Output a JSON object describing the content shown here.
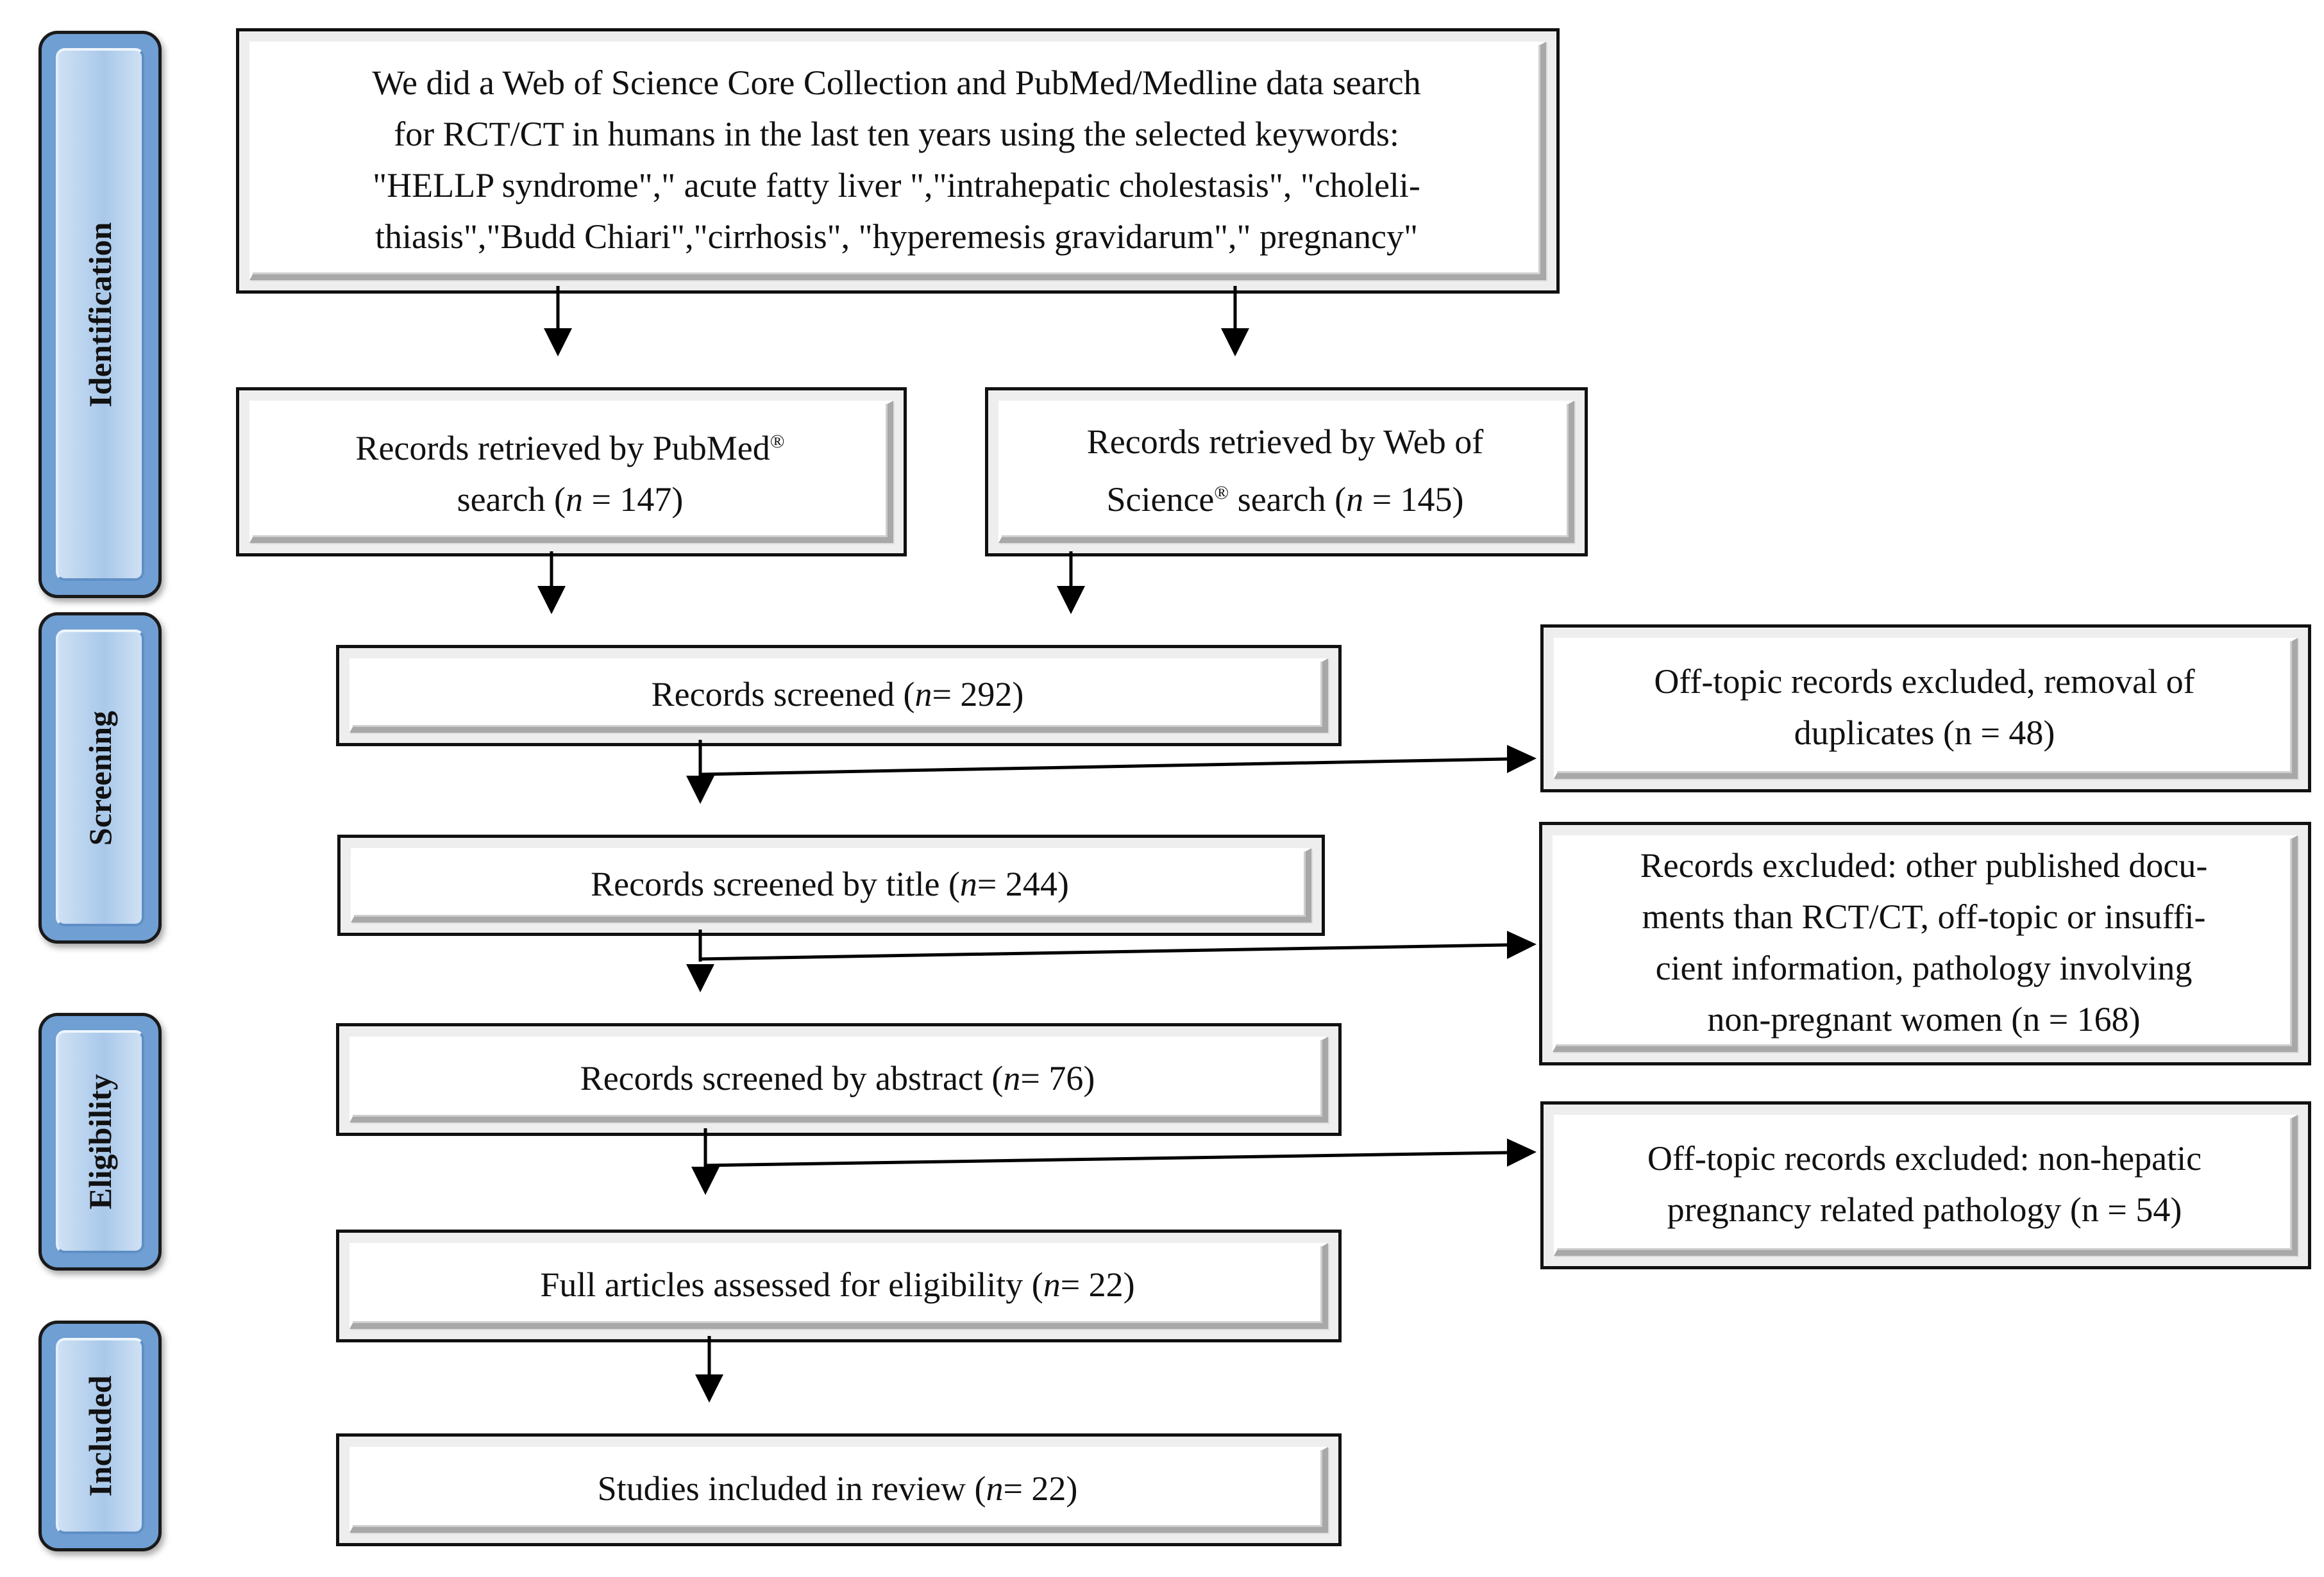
{
  "stages": [
    {
      "id": "identification",
      "label": "Identification"
    },
    {
      "id": "screening",
      "label": "Screening"
    },
    {
      "id": "eligibility",
      "label": "Eligibility"
    },
    {
      "id": "included",
      "label": "Included"
    }
  ],
  "boxes": {
    "search": {
      "line1": "We did a Web of Science Core Collection and PubMed/Medline data search",
      "line2": "for RCT/CT in humans in the last ten years using the selected keywords:",
      "line3": "\"HELLP syndrome\",\" acute fatty liver \",\"intrahepatic cholestasis\", \"choleli-",
      "line4": "thiasis\",\"Budd Chiari\",\"cirrhosis\", \"hyperemesis gravidarum\",\" pregnancy\""
    },
    "pubmed": {
      "line1": "Records retrieved by PubMed",
      "reg": "®",
      "line2a": "search (",
      "n": "n",
      "line2b": " = 147)"
    },
    "wos": {
      "line1": "Records retrieved by Web of",
      "line2a": "Science",
      "reg": "®",
      "line2b": " search (",
      "n": "n",
      "line2c": " = 145)"
    },
    "screened": {
      "prefix": "Records screened (",
      "n": "n",
      "suffix": " = 292)"
    },
    "title": {
      "prefix": "Records screened by title (",
      "n": "n",
      "suffix": " = 244)"
    },
    "abstract": {
      "prefix": "Records screened by abstract (",
      "n": "n",
      "suffix": " = 76)"
    },
    "fulltext": {
      "prefix": "Full articles assessed for eligibility (",
      "n": "n",
      "suffix": " = 22)"
    },
    "included": {
      "prefix": "Studies included in review (",
      "n": "n",
      "suffix": " = 22)"
    },
    "excluded1": {
      "line1": "Off-topic records excluded, removal of",
      "line2": "duplicates (n = 48)"
    },
    "excluded2": {
      "line1": "Records excluded: other published docu-",
      "line2": "ments than RCT/CT, off-topic or insuffi-",
      "line3": "cient information, pathology involving",
      "line4": "non-pregnant women (n = 168)"
    },
    "excluded3": {
      "line1": "Off-topic records excluded: non-hepatic",
      "line2": "pregnancy related pathology (n = 54)"
    }
  },
  "colors": {
    "stage_fill": "#a9c8ea",
    "stage_edge": "#6f9fd3",
    "box_border": "#111111",
    "arrow": "#000000"
  }
}
